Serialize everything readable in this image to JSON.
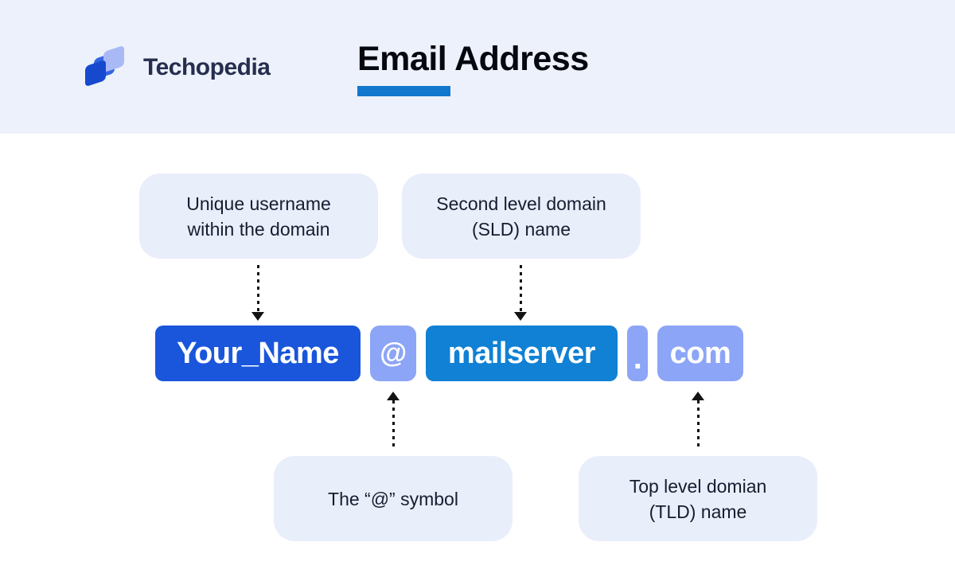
{
  "header": {
    "brand": "Techopedia",
    "brand_icon": "techopedia-layers-icon",
    "title": "Email Address"
  },
  "email": {
    "segments": [
      {
        "label": "Your_Name",
        "kind": "username"
      },
      {
        "label": "@",
        "kind": "at-symbol"
      },
      {
        "label": "mailserver",
        "kind": "second-level-domain"
      },
      {
        "label": ".",
        "kind": "dot-separator"
      },
      {
        "label": "com",
        "kind": "top-level-domain"
      }
    ]
  },
  "callouts": {
    "username": "Unique username\nwithin the domain",
    "sld": "Second level domain\n(SLD) name",
    "at": "The “@” symbol",
    "tld": "Top level domian\n(TLD) name"
  },
  "colors": {
    "header_band": "#edf1fb",
    "brand_navy": "#262e4e",
    "title_text": "#06080f",
    "title_underline": "#1278cd",
    "username_box": "#1a56db",
    "sld_box": "#1081d4",
    "light_box": "#8ca5f6",
    "callout_bg": "#e9eefb",
    "callout_text": "#171d30",
    "arrow": "#131313"
  }
}
